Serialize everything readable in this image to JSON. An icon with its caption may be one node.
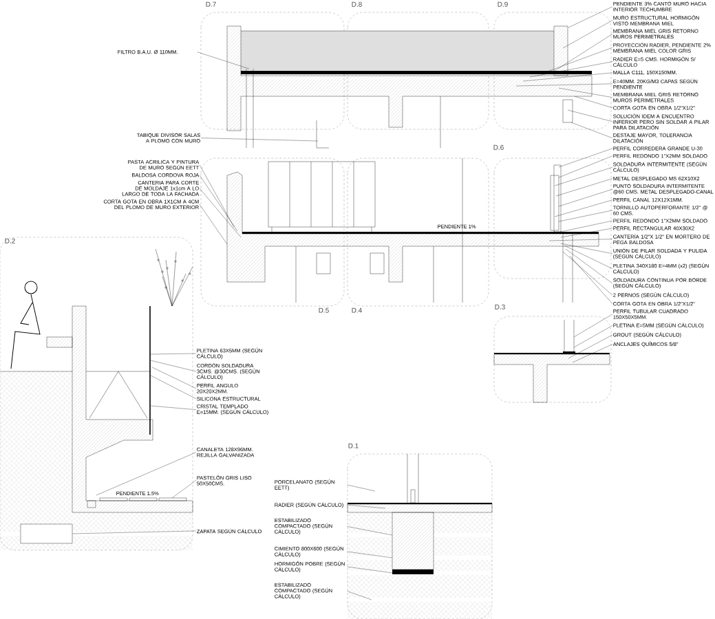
{
  "diagram": {
    "nodes": [
      {
        "text": [
          "PENDIENTE 3% CANTO MURO HACIA INTERIOR TECHUMBRE"
        ]
      },
      {
        "text": [
          "MURO ESTRUCTURAL HORMIGÓN VISTO MEMBRANA MIEL"
        ]
      },
      {
        "text": [
          "MEMBRANA MIEL GRIS RETORNO MUROS PERIMETRALES"
        ]
      },
      {
        "text": [
          "PROYECCIÓN RADIER, PENDIENTE 2% MEMBRANA MIEL COLOR GRIS"
        ]
      },
      {
        "text": [
          "RADIER E=5 CMS. HORMIGÓN S/ CÁLCULO"
        ]
      },
      {
        "text": [
          "MALLA C111, 150X150MM."
        ]
      },
      {
        "text": [
          "E=40MM. 20KG/M3 CAPAS SEGÚN PENDIENTE"
        ]
      },
      {
        "text": [
          "MEMBRANA MIEL GRIS RETORNO MUROS PERIMETRALES"
        ]
      },
      {
        "text": [
          "CORTA GOTA EN OBRA 1/2\"X1/2\""
        ]
      },
      {
        "text": [
          "SOLUCIÓN IDEM A ENCUENTRO INFERIOR PERO SIN SOLDAR A PILAR PARA DILATACIÓN"
        ]
      },
      {
        "text": [
          "DESTAJE MAYOR, TOLERANCIA DILATACIÓN"
        ]
      },
      {
        "text": [
          "PERFIL CORREDERA GRANDE U-30"
        ]
      },
      {
        "text": [
          "PERFIL REDONDO 1\"X2MM SOLDADO"
        ]
      },
      {
        "text": [
          "SOLDADURA INTERMITENTE (SEGÚN CÁLCULO)"
        ]
      },
      {
        "text": [
          "METAL DESPLEGADO MS 62X10X2"
        ]
      },
      {
        "text": [
          "PUNTO SOLDADURA INTERMITENTE @60 CMS. METAL DESPLEGADO-CANAL"
        ]
      },
      {
        "text": [
          "PERFIL CANAL 12X12X1MM."
        ]
      },
      {
        "text": [
          "TORNILLO AUTOPERFORANTE 1/2\" @ 60 CMS."
        ]
      },
      {
        "text": [
          "PERFIL REDONDO 1\"X2MM SOLDADO"
        ]
      },
      {
        "text": [
          "PERFIL RECTANGULAR 40X30X2"
        ]
      },
      {
        "text": [
          "CANTERÍA 1/2\"X 1/2\" EN MORTERO DE PEGA BALDOSA"
        ]
      },
      {
        "text": [
          "UNIÓN DE PILAR SOLDADA Y PULIDA (SEGÚN CÁLCULO)"
        ]
      },
      {
        "text": [
          "PLETINA 340X180 E=4MM (x2) (SEGÚN CÁLCULO)"
        ]
      },
      {
        "text": [
          "SOLDADURA CONTINUA POR BORDE (SEGÚN CÁLCULO)"
        ]
      },
      {
        "text": [
          "2 PERNOS (SEGÚN CÁLCULO)"
        ]
      },
      {
        "text": [
          "CORTA GOTA EN OBRA 1/2\"X1/2\""
        ]
      },
      {
        "text": [
          "PERFIL TUBULAR CUADRADO 150X50X5MM."
        ]
      },
      {
        "text": [
          "PLETINA E=5MM (SEGÚN CÁLCULO)"
        ]
      },
      {
        "text": [
          "GROUT (SEGÚN CÁLCULO)"
        ]
      },
      {
        "text": [
          "ANCLAJES QUÍMICOS 5/8\""
        ]
      },
      {
        "text": [
          "FILTRO B.A.U. Ø 110MM."
        ]
      },
      {
        "text": [
          "TABIQUE DIVISOR SALAS A PLOMO CON MURO"
        ]
      },
      {
        "text": [
          "PASTA ACRILICA Y PINTURA DE MURO SEGÚN EETT"
        ]
      },
      {
        "text": [
          "BALDOSA CORDOVA ROJA"
        ]
      },
      {
        "text": [
          "CANTERIA PARA CORTE DE MOLDAJE 1x1cm A LO LARGO DE TODA LA FACHADA"
        ]
      },
      {
        "text": [
          "CORTA GOTA EN OBRA 1X1CM A 4CM DEL PLOMO DE MURO EXTERIOR"
        ]
      },
      {
        "text": [
          "PLETINA 63X5MM (SEGÚN CÁLCULO)"
        ]
      },
      {
        "text": [
          "CORDÓN SOLDADURA 3CMS. @30CMS. (SEGÚN CÁLCULO)"
        ]
      },
      {
        "text": [
          "PERFIL ANGULO 20X20X2MM."
        ]
      },
      {
        "text": [
          "SILICONA ESTRUCTURAL"
        ]
      },
      {
        "text": [
          "CRISTAL TEMPLADO E=15MM. (SEGÚN CÁLCULO)"
        ]
      },
      {
        "text": [
          "CANALETA 128X96MM. REJILLA GALVANIZADA"
        ]
      },
      {
        "text": [
          "PASTELÓN GRIS LISO 50X50CMS."
        ]
      },
      {
        "text": [
          "ZAPATA SEGÚN CÁLCULO"
        ]
      },
      {
        "text": [
          "PORCELANATO (SEGÚN EETT)"
        ]
      },
      {
        "text": [
          "RADIER (SEGÚN CÁLCULO)"
        ]
      },
      {
        "text": [
          "ESTABILIZADO COMPACTADO (SEGÚN CÁLCULO)"
        ]
      },
      {
        "text": [
          "CIMIENTO 800X600 (SEGÚN CÁLCULO)"
        ]
      },
      {
        "text": [
          "HORMIGÓN POBRE (SEGÚN CÁLCULO)"
        ]
      },
      {
        "text": [
          "ESTABILIZADO COMPACTADO (SEGÚN CÁLCULO)"
        ]
      },
      {
        "text": [],
        "shape": "picture"
      },
      {
        "text": [],
        "shape": "picture"
      },
      {
        "text": [],
        "shape": "picture"
      },
      {
        "text": [],
        "shape": "picture"
      },
      {
        "text": [],
        "shape": "picture"
      }
    ],
    "edges": [
      {
        "from": 0,
        "to": 50,
        "arrow": "none"
      },
      {
        "from": 1,
        "to": 50,
        "arrow": "none"
      },
      {
        "from": 2,
        "to": 50,
        "arrow": "none"
      },
      {
        "from": 3,
        "to": 50,
        "arrow": "none"
      },
      {
        "from": 4,
        "to": 50,
        "arrow": "none"
      },
      {
        "from": 5,
        "to": 50,
        "arrow": "none"
      },
      {
        "from": 6,
        "to": 50,
        "arrow": "none"
      },
      {
        "from": 7,
        "to": 50,
        "arrow": "none"
      },
      {
        "from": 8,
        "to": 50,
        "arrow": "none"
      },
      {
        "from": 9,
        "to": 50,
        "arrow": "none"
      },
      {
        "from": 10,
        "to": 50,
        "arrow": "none"
      },
      {
        "from": 11,
        "to": 51,
        "arrow": "none"
      },
      {
        "from": 12,
        "to": 51,
        "arrow": "none"
      },
      {
        "from": 13,
        "to": 51,
        "arrow": "none"
      },
      {
        "from": 14,
        "to": 51,
        "arrow": "none"
      },
      {
        "from": 15,
        "to": 51,
        "arrow": "none"
      },
      {
        "from": 16,
        "to": 51,
        "arrow": "none"
      },
      {
        "from": 17,
        "to": 51,
        "arrow": "none"
      },
      {
        "from": 18,
        "to": 51,
        "arrow": "none"
      },
      {
        "from": 19,
        "to": 51,
        "arrow": "none"
      },
      {
        "from": 20,
        "to": 51,
        "arrow": "none"
      },
      {
        "from": 21,
        "to": 51,
        "arrow": "none"
      },
      {
        "from": 22,
        "to": 51,
        "arrow": "none"
      },
      {
        "from": 23,
        "to": 51,
        "arrow": "none"
      },
      {
        "from": 24,
        "to": 51,
        "arrow": "none"
      },
      {
        "from": 25,
        "to": 51,
        "arrow": "none"
      },
      {
        "from": 26,
        "to": 52,
        "arrow": "none"
      },
      {
        "from": 27,
        "to": 52,
        "arrow": "none"
      },
      {
        "from": 28,
        "to": 52,
        "arrow": "none"
      },
      {
        "from": 29,
        "to": 52,
        "arrow": "none"
      },
      {
        "from": 30,
        "to": 50,
        "arrow": "none"
      },
      {
        "from": 31,
        "to": 50,
        "arrow": "none"
      },
      {
        "from": 32,
        "to": 51,
        "arrow": "none"
      },
      {
        "from": 33,
        "to": 51,
        "arrow": "none"
      },
      {
        "from": 34,
        "to": 51,
        "arrow": "none"
      },
      {
        "from": 35,
        "to": 51,
        "arrow": "none"
      },
      {
        "from": 36,
        "to": 53,
        "arrow": "none"
      },
      {
        "from": 37,
        "to": 53,
        "arrow": "none"
      },
      {
        "from": 38,
        "to": 53,
        "arrow": "none"
      },
      {
        "from": 39,
        "to": 53,
        "arrow": "none"
      },
      {
        "from": 40,
        "to": 53,
        "arrow": "none"
      },
      {
        "from": 41,
        "to": 53,
        "arrow": "none"
      },
      {
        "from": 42,
        "to": 53,
        "arrow": "none"
      },
      {
        "from": 43,
        "to": 53,
        "arrow": "none"
      },
      {
        "from": 44,
        "to": 54,
        "arrow": "none"
      },
      {
        "from": 45,
        "to": 54,
        "arrow": "none"
      },
      {
        "from": 46,
        "to": 54,
        "arrow": "none"
      },
      {
        "from": 47,
        "to": 54,
        "arrow": "none"
      },
      {
        "from": 48,
        "to": 54,
        "arrow": "none"
      },
      {
        "from": 49,
        "to": 54,
        "arrow": "none"
      }
    ],
    "labels": [
      "D.7",
      "D.8",
      "D.9",
      "D.6",
      "PENDIENTE 1%",
      "D.2",
      "D.5",
      "D.4",
      "D.3",
      "PENDIENTE 1.5%",
      "D.1"
    ]
  }
}
